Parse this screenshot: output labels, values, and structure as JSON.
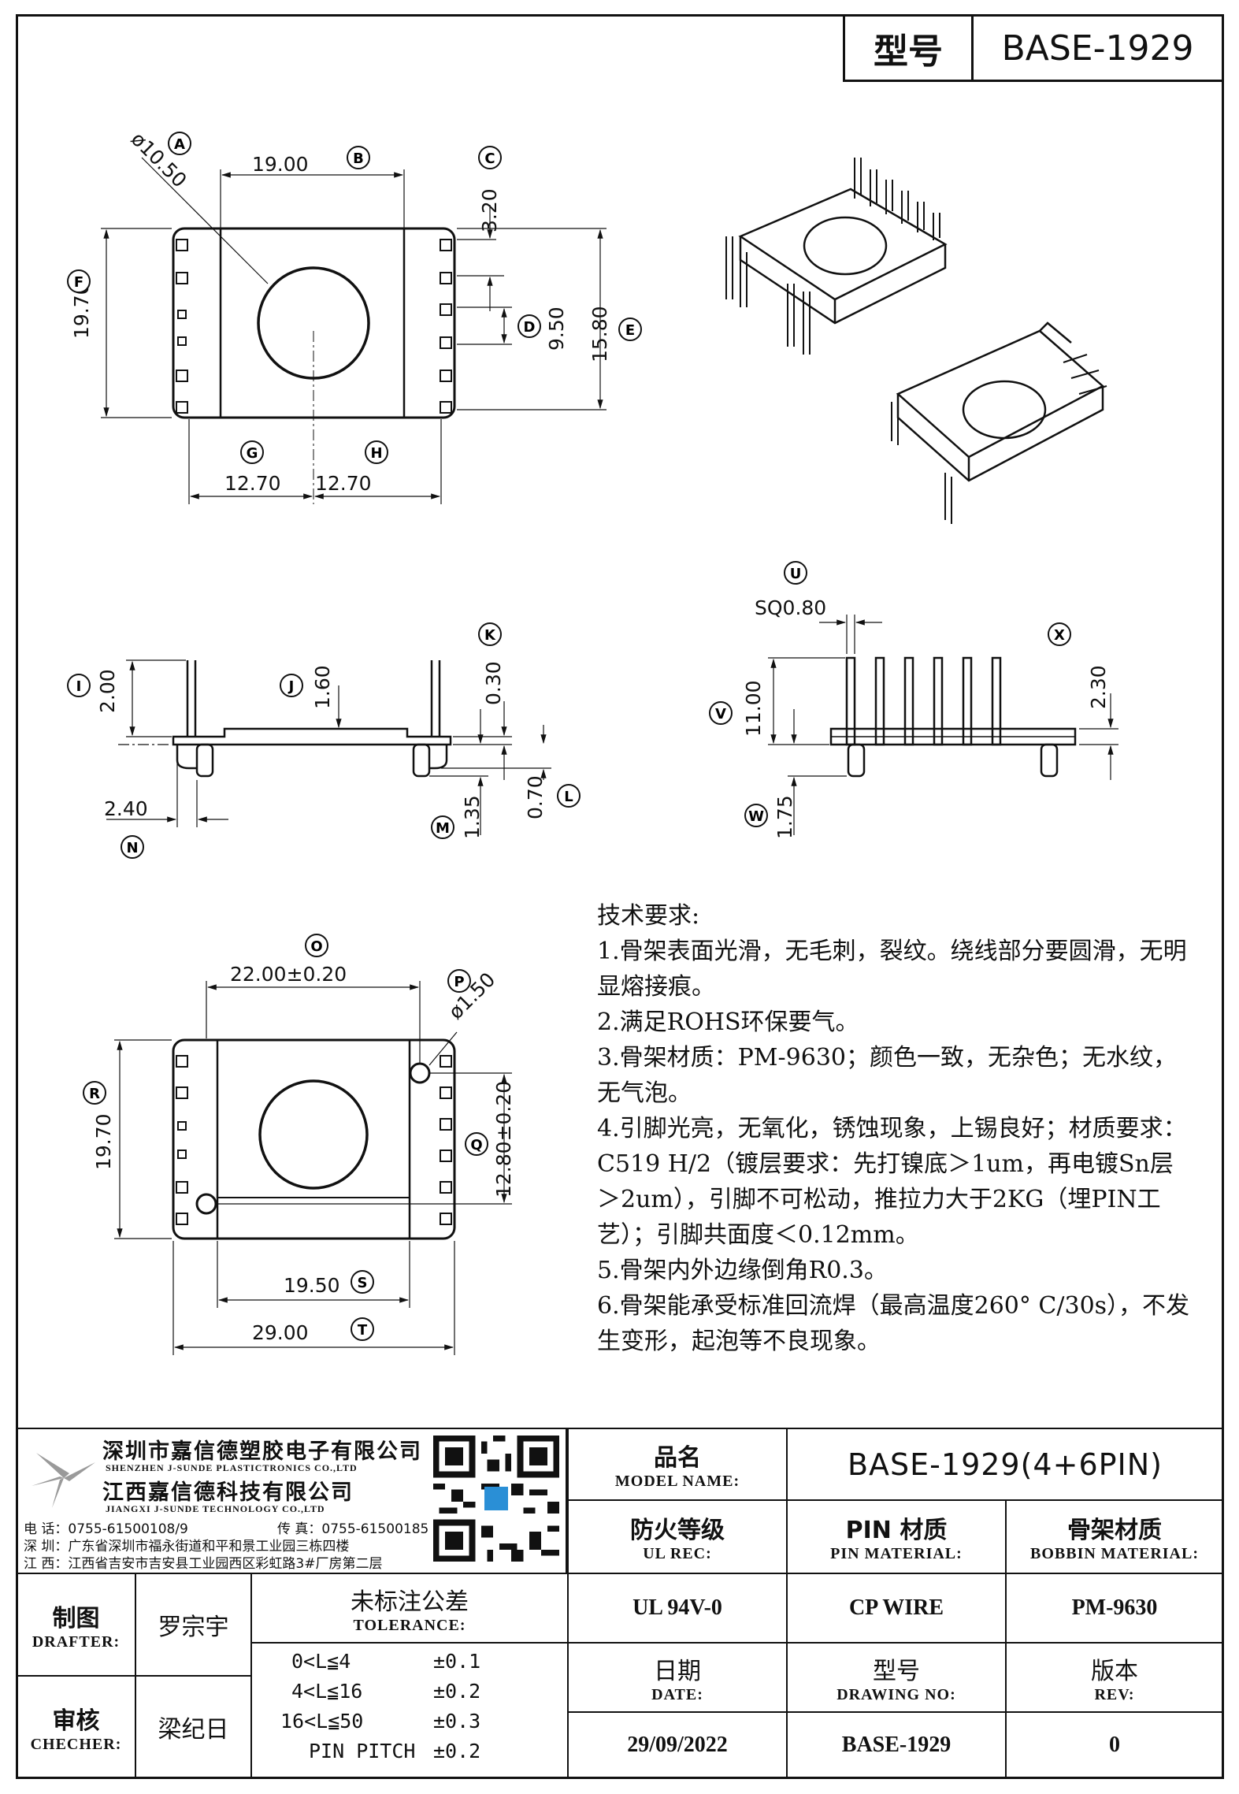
{
  "header": {
    "type_label": "型号",
    "type_value": "BASE-1929"
  },
  "top_view": {
    "dims": {
      "width": "19.00",
      "height": "19.70",
      "hole": "ø10.50",
      "c": "3.20",
      "d": "9.50",
      "e": "15.80",
      "g": "12.70",
      "h": "12.70"
    },
    "labels": {
      "a": "A",
      "b": "B",
      "c": "C",
      "d": "D",
      "e": "E",
      "f": "F",
      "g": "G",
      "h": "H"
    }
  },
  "side_view": {
    "dims": {
      "i": "2.00",
      "j": "1.60",
      "k": "0.30",
      "l": "0.70",
      "m": "1.35",
      "n": "2.40"
    },
    "labels": {
      "i": "I",
      "j": "J",
      "k": "K",
      "l": "L",
      "m": "M",
      "n": "N"
    }
  },
  "end_view": {
    "dims": {
      "u": "SQ0.80",
      "v": "11.00",
      "w": "1.75",
      "x": "2.30"
    },
    "labels": {
      "u": "U",
      "v": "V",
      "w": "W",
      "x": "X"
    }
  },
  "bottom_view": {
    "dims": {
      "o": "22.00±0.20",
      "p": "ø1.50",
      "q": "12.80±0.20",
      "r": "19.70",
      "s": "19.50",
      "t": "29.00"
    },
    "labels": {
      "o": "O",
      "p": "P",
      "q": "Q",
      "r": "R",
      "s": "S",
      "t": "T"
    }
  },
  "notes": {
    "title": "技术要求:",
    "items": [
      "1.骨架表面光滑，无毛刺，裂纹。绕线部分要圆滑，无明显熔接痕。",
      "2.满足ROHS环保要气。",
      "3.骨架材质：PM-9630；颜色一致，无杂色；无水纹，无气泡。",
      "4.引脚光亮，无氧化，锈蚀现象，上锡良好；材质要求：C519 H/2（镀层要求：先打镍底＞1um，再电镀Sn层＞2um），引脚不可松动，推拉力大于2KG（埋PIN工艺）；引脚共面度＜0.12mm。",
      "5.骨架内外边缘倒角R0.3。",
      "6.骨架能承受标准回流焊（最高温度260° C/30s），不发生变形，起泡等不良现象。"
    ]
  },
  "company": {
    "name_cn_1": "深圳市嘉信德塑胶电子有限公司",
    "name_en_1": "SHENZHEN J-SUNDE PLASTICTRONICS CO.,LTD",
    "name_cn_2": "江西嘉信德科技有限公司",
    "name_en_2": "JIANGXI J-SUNDE TECHNOLOGY CO.,LTD",
    "phone": "电 话：0755-61500108/9",
    "fax": "传 真：0755-61500185",
    "addr_sz": "深 圳：广东省深圳市福永街道和平和景工业园三栋四楼",
    "addr_jx": "江 西：江西省吉安市吉安县工业园西区彩虹路3#厂房第二层"
  },
  "title_block": {
    "model_name_cn": "品名",
    "model_name_en": "MODEL NAME:",
    "model_name_value": "BASE-1929(4+6PIN)",
    "ul_cn": "防火等级",
    "ul_en": "UL REC:",
    "ul_value": "UL 94V-0",
    "pin_cn": "PIN 材质",
    "pin_en": "PIN MATERIAL:",
    "pin_value": "CP WIRE",
    "bobbin_cn": "骨架材质",
    "bobbin_en": "BOBBIN MATERIAL:",
    "bobbin_value": "PM-9630",
    "drafter_cn": "制图",
    "drafter_en": "DRAFTER:",
    "drafter_value": "罗宗宇",
    "checker_cn": "审核",
    "checker_en": "CHECHER:",
    "checker_value": "梁纪日",
    "tol_cn": "未标注公差",
    "tol_en": "TOLERANCE:",
    "tolerances": [
      {
        "range": "0<L≦4",
        "value": "±0.1"
      },
      {
        "range": "4<L≦16",
        "value": "±0.2"
      },
      {
        "range": "16<L≦50",
        "value": "±0.3"
      },
      {
        "range": "PIN PITCH",
        "value": "±0.2"
      }
    ],
    "date_cn": "日期",
    "date_en": "DATE:",
    "date_value": "29/09/2022",
    "drawing_cn": "型号",
    "drawing_en": "DRAWING NO:",
    "drawing_value": "BASE-1929",
    "rev_cn": "版本",
    "rev_en": "REV:",
    "rev_value": "0"
  }
}
